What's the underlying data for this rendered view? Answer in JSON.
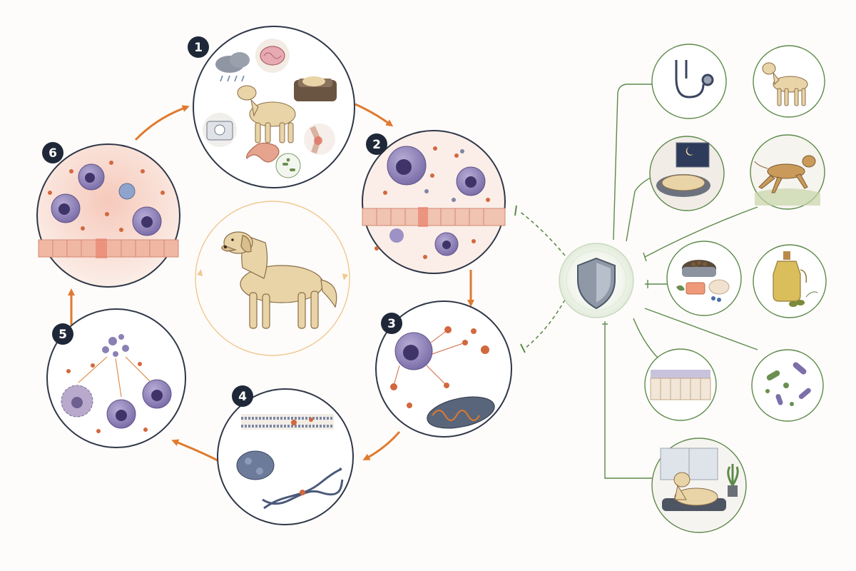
{
  "colors": {
    "background": "#fdfcfa",
    "cycle_arrow": "#e07a2e",
    "circle_border": "#2f3747",
    "badge_fill": "#1f2838",
    "intervention_line": "#5d8a4a",
    "intervention_border": "#5d8a4a",
    "inhibition_dash": "#5d8a4a",
    "shield_fill": "#8e98a6",
    "shield_halo": "#eef3ea",
    "inner_cycle_ring": "#f0c890"
  },
  "cycle": {
    "center_icon": "dog-standing",
    "stages": [
      {
        "number": "1",
        "icon": "triggers-collage"
      },
      {
        "number": "2",
        "icon": "immune-cells-barrier-breach"
      },
      {
        "number": "3",
        "icon": "cytokine-release-mitochondria"
      },
      {
        "number": "4",
        "icon": "membrane-protein-dna-damage"
      },
      {
        "number": "5",
        "icon": "cell-damage-debris"
      },
      {
        "number": "6",
        "icon": "chronic-inflammation-tissue"
      }
    ]
  },
  "hub": {
    "icon": "shield-icon"
  },
  "interventions": [
    {
      "icon": "stethoscope-icon"
    },
    {
      "icon": "dog-healthy-weight"
    },
    {
      "icon": "dog-sleeping-night"
    },
    {
      "icon": "dog-running-exercise"
    },
    {
      "icon": "fresh-food-bowl"
    },
    {
      "icon": "olive-oil-bottle"
    },
    {
      "icon": "gut-lining"
    },
    {
      "icon": "probiotic-microbes"
    },
    {
      "icon": "dog-calm-home"
    }
  ]
}
